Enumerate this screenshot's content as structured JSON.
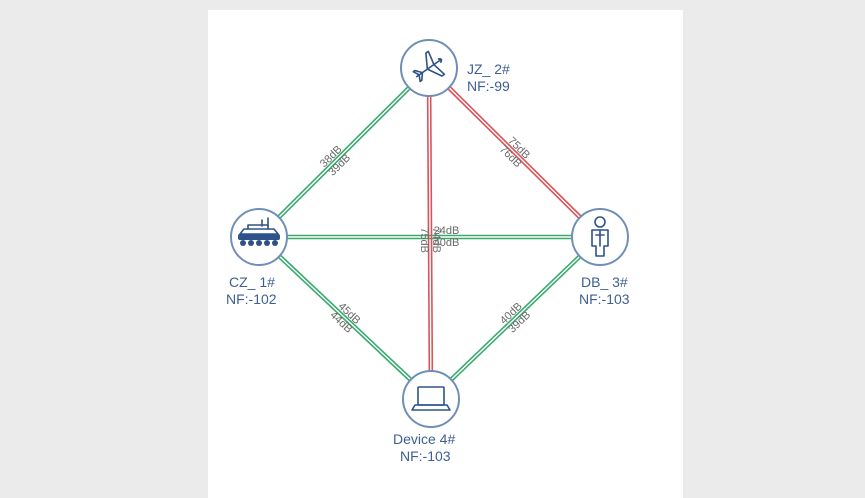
{
  "colors": {
    "good_link": "#3aab6e",
    "weak_link": "#d9545a",
    "node_border": "#6f8fb7",
    "label_text": "#3e5f93"
  },
  "nodes": {
    "jz2": {
      "name": "JZ_ 2#",
      "nf": "NF:-99",
      "icon": "airplane-icon"
    },
    "cz1": {
      "name": "CZ_ 1#",
      "nf": "NF:-102",
      "icon": "armored-vehicle-icon"
    },
    "db3": {
      "name": "DB_ 3#",
      "nf": "NF:-103",
      "icon": "soldier-icon"
    },
    "dev4": {
      "name": "Device 4#",
      "nf": "NF:-103",
      "icon": "laptop-icon"
    }
  },
  "links": [
    {
      "id": "cz1-jz2",
      "from": "cz1",
      "to": "jz2",
      "status": "good",
      "labels": [
        "38dB",
        "39dB"
      ]
    },
    {
      "id": "jz2-db3",
      "from": "jz2",
      "to": "db3",
      "status": "weak",
      "labels": [
        "75dB",
        "76dB"
      ]
    },
    {
      "id": "cz1-dev4",
      "from": "cz1",
      "to": "dev4",
      "status": "good",
      "labels": [
        "45dB",
        "44dB"
      ]
    },
    {
      "id": "db3-dev4",
      "from": "db3",
      "to": "dev4",
      "status": "good",
      "labels": [
        "39dB",
        "40dB"
      ]
    },
    {
      "id": "cz1-db3",
      "from": "cz1",
      "to": "db3",
      "status": "good",
      "labels": [
        "24dB",
        "40dB"
      ]
    },
    {
      "id": "jz2-dev4",
      "from": "jz2",
      "to": "dev4",
      "status": "weak",
      "labels": [
        "74dB",
        "75dB"
      ]
    }
  ]
}
